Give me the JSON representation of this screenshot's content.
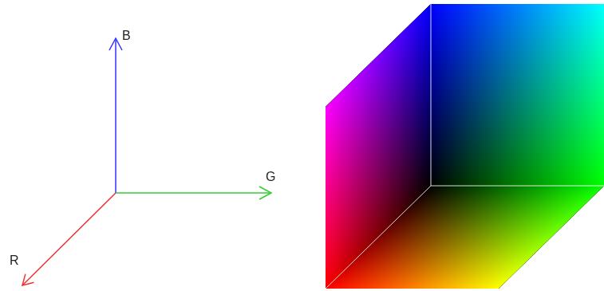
{
  "diagram": {
    "labels": [
      "B",
      "G",
      "R"
    ]
  }
}
